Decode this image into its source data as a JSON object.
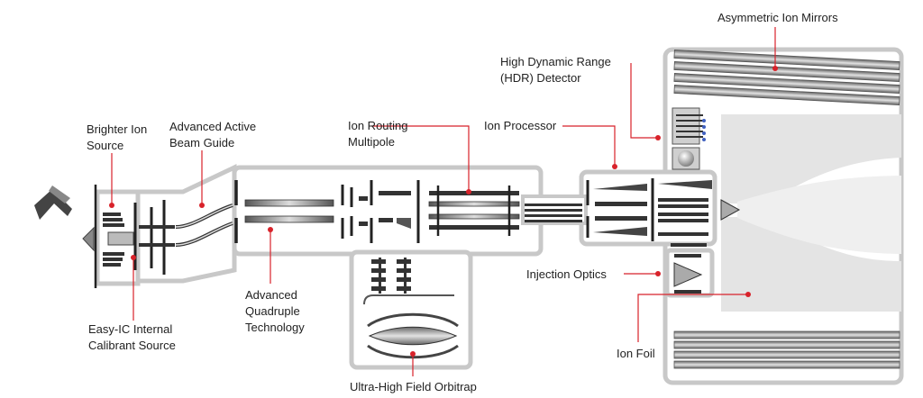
{
  "labels": {
    "asymmetric_ion_mirrors": "Asymmetric Ion Mirrors",
    "hdr_detector_line1": "High Dynamic Range",
    "hdr_detector_line2": "(HDR) Detector",
    "ion_processor": "Ion Processor",
    "ion_routing_line1": "Ion Routing",
    "ion_routing_line2": "Multipole",
    "beam_guide_line1": "Advanced Active",
    "beam_guide_line2": "Beam Guide",
    "ion_source_line1": "Brighter Ion",
    "ion_source_line2": "Source",
    "quadrupole_line1": "Advanced",
    "quadrupole_line2": "Quadruple",
    "quadrupole_line3": "Technology",
    "easy_ic_line1": "Easy-IC Internal",
    "easy_ic_line2": "Calibrant Source",
    "injection_optics": "Injection Optics",
    "ion_foil": "Ion Foil",
    "orbitrap": "Ultra-High Field Orbitrap"
  },
  "colors": {
    "callout": "#d8222a",
    "housing": "#c8c8c8",
    "component": "#333333",
    "ion_path": "#e4e4e4"
  }
}
